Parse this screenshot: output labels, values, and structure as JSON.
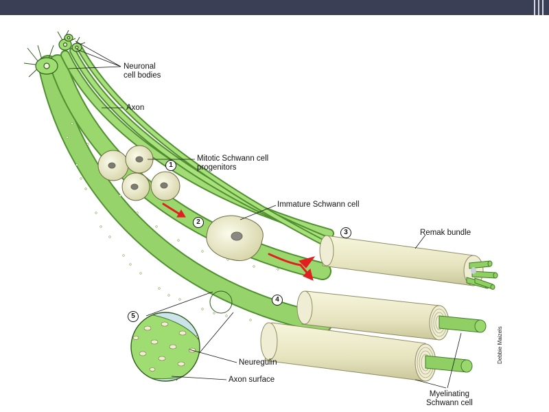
{
  "labels": {
    "neuronal_cell_bodies_line1": "Neuronal",
    "neuronal_cell_bodies_line2": "cell bodies",
    "axon": "Axon",
    "mitotic_line1": "Mitotic Schwann cell",
    "mitotic_line2": "progenitors",
    "immature": "Immature Schwann cell",
    "remak": "Remak bundle",
    "neuregulin": "Neuregulin",
    "axon_surface": "Axon surface",
    "myelinating_line1": "Myelinating",
    "myelinating_line2": "Schwann cell"
  },
  "steps": [
    "1",
    "2",
    "3",
    "4",
    "5"
  ],
  "credit": "Debbie Maizels",
  "colors": {
    "axon_green": "#8fcf63",
    "axon_dark": "#4f8f2f",
    "schwann_cream": "#ecebc9",
    "arrow_red": "#e02020",
    "header": "#3b3f55"
  }
}
